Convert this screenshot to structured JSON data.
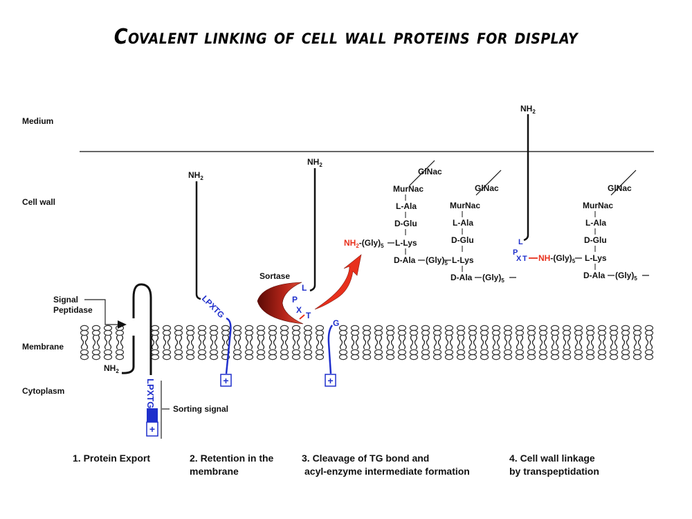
{
  "title": "Covalent linking of cell wall proteins for display",
  "regions": {
    "medium": "Medium",
    "cell_wall": "Cell wall",
    "membrane": "Membrane",
    "cytoplasm": "Cytoplasm"
  },
  "labels": {
    "signal_peptidase_1": "Signal",
    "signal_peptidase_2": "Peptidase",
    "sorting_signal": "Sorting signal",
    "sortase": "Sortase",
    "nh2": "NH",
    "sub2": "2",
    "sub5": "5",
    "lpxtg": "LPXTG",
    "plus": "+",
    "L": "L",
    "P": "P",
    "X": "X",
    "T": "T",
    "G": "G",
    "nh_red": "NH",
    "gly": "-(Gly)",
    "gly2": "(Gly)"
  },
  "peptidoglycan": {
    "glnac": "GlNac",
    "murnac": "MurNac",
    "lala": "L-Ala",
    "dglu": "D-Glu",
    "llys": "L-Lys",
    "dala": "D-Ala"
  },
  "steps": [
    {
      "line1": "1. Protein Export",
      "line2": ""
    },
    {
      "line1": "2. Retention in the",
      "line2": "membrane"
    },
    {
      "line1": "3.  Cleavage of TG bond and",
      "line2": "acyl-enzyme intermediate formation"
    },
    {
      "line1": "4. Cell wall linkage",
      "line2": "by transpeptidation"
    }
  ],
  "colors": {
    "sorting_blue": "#1f2fcc",
    "sortase_red": "#b8261a",
    "amine_red": "#e8301c"
  }
}
